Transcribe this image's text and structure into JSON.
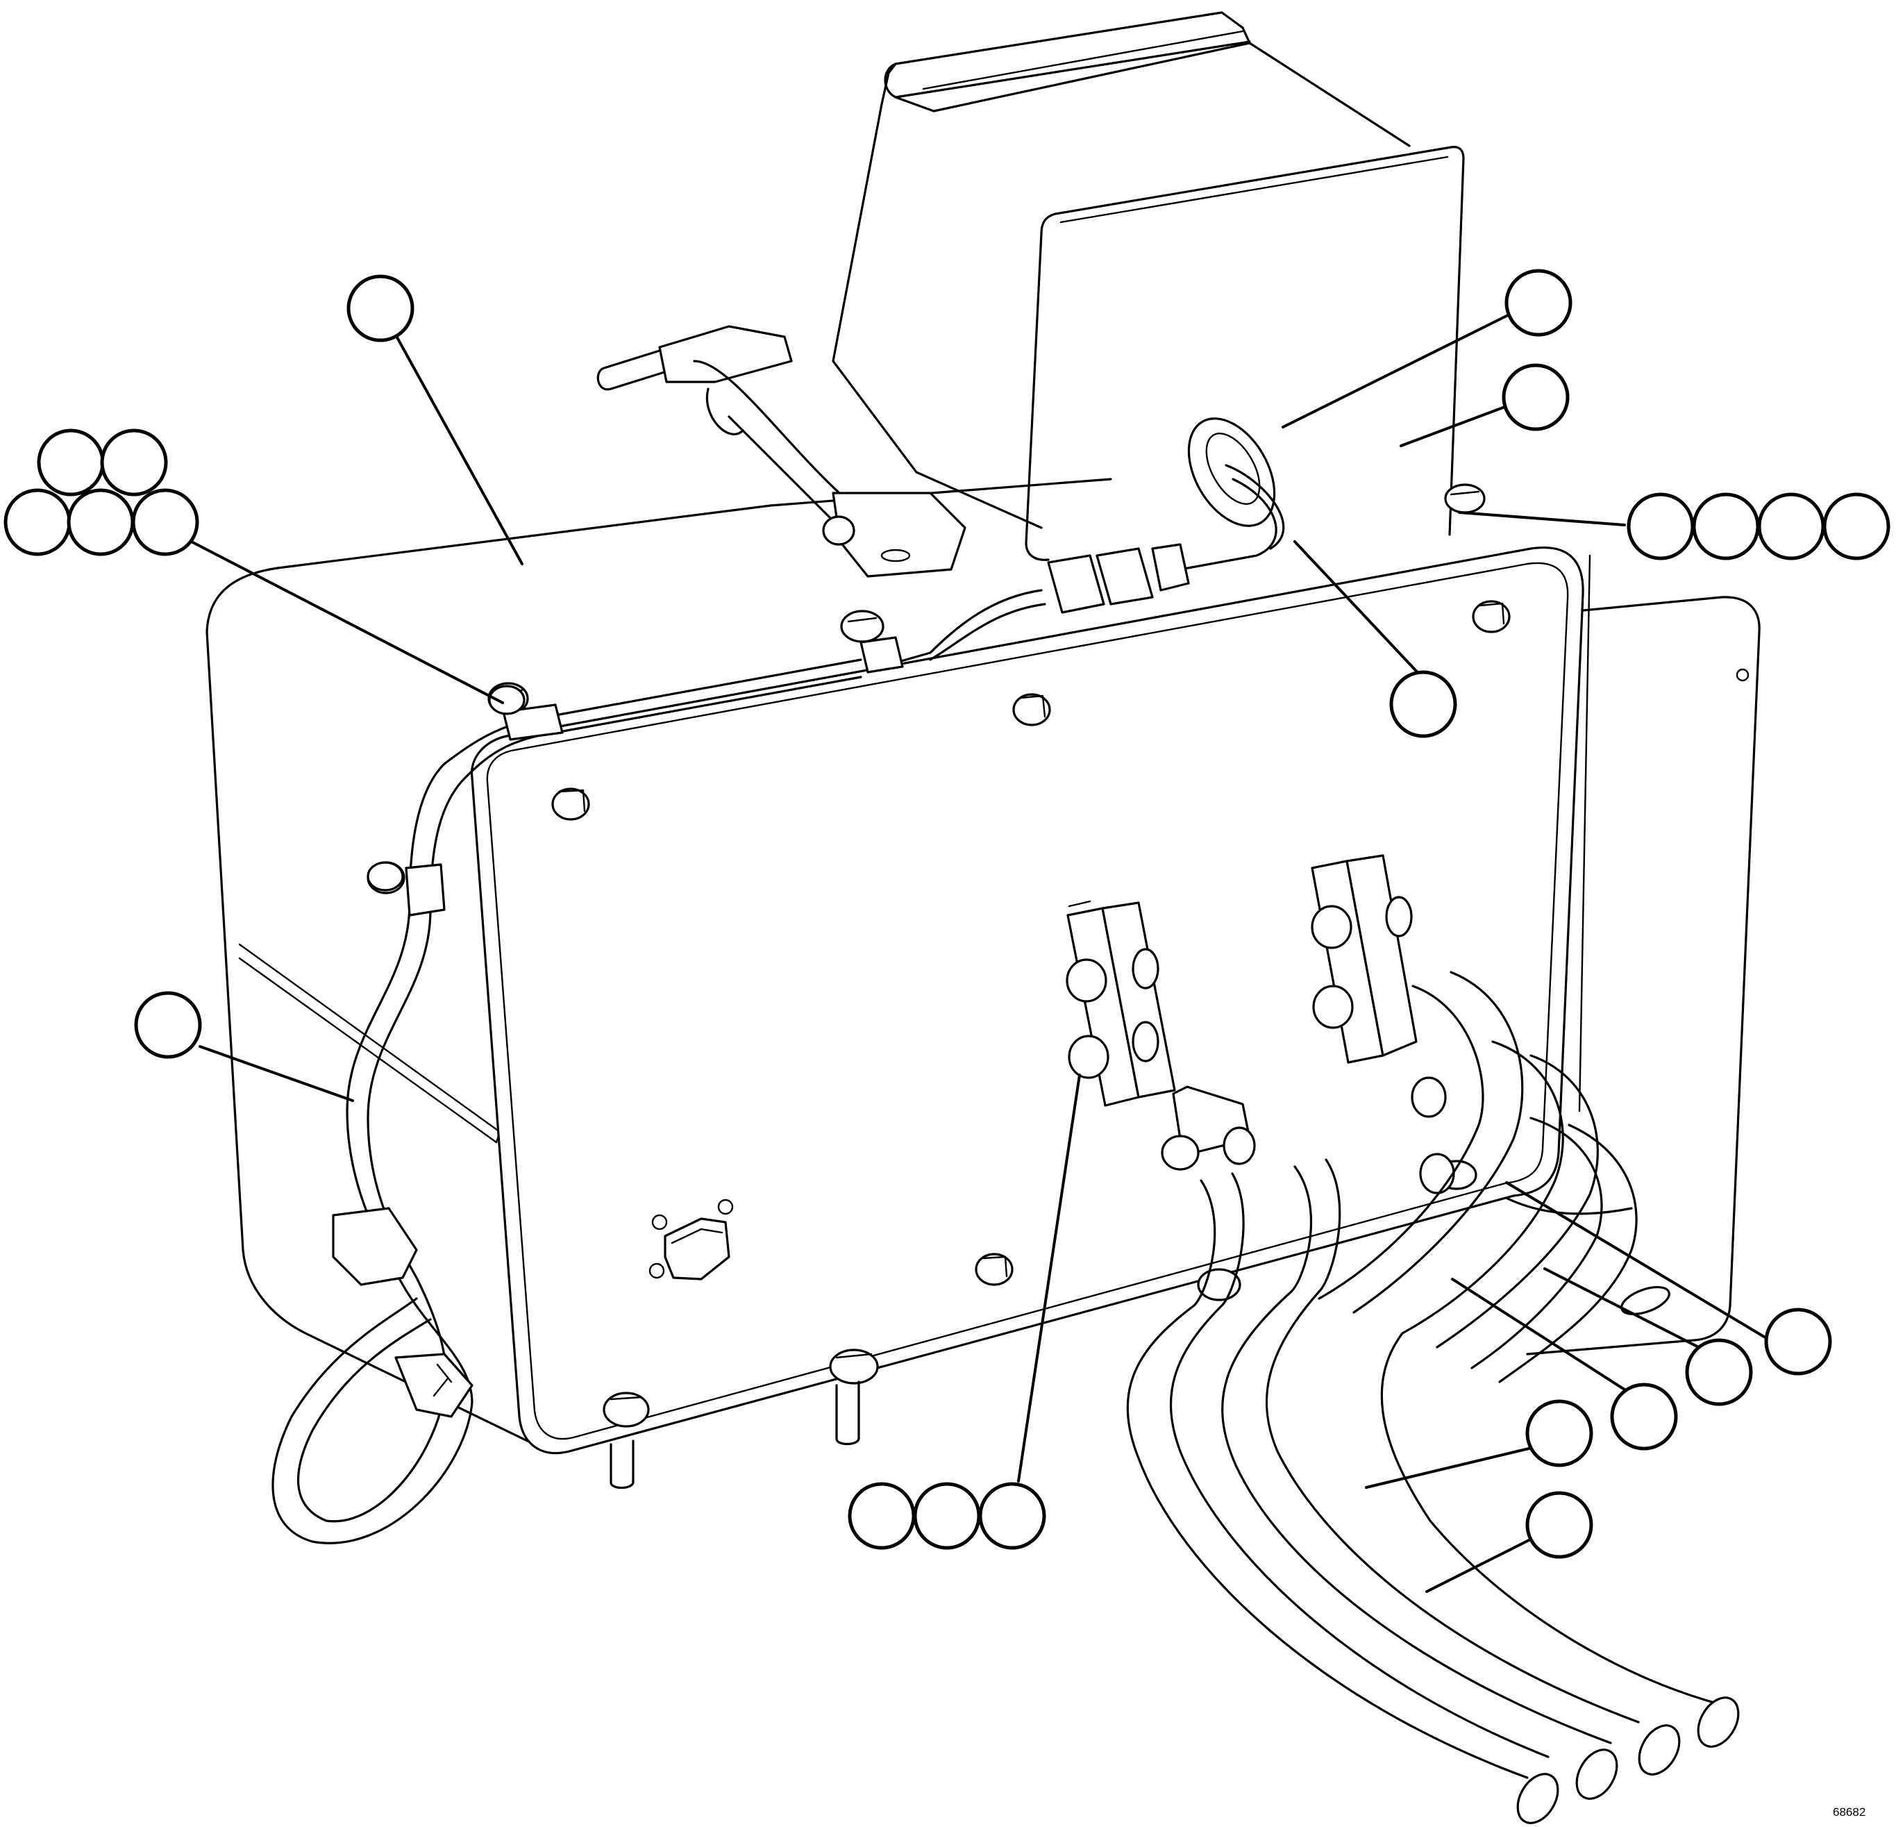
{
  "figure_id": "68682",
  "callouts": [
    {
      "name": "callout-controller-enclosure",
      "label": ""
    },
    {
      "name": "callout-hardware-1",
      "label": ""
    },
    {
      "name": "callout-hardware-2",
      "label": ""
    },
    {
      "name": "callout-hardware-3",
      "label": ""
    },
    {
      "name": "callout-hardware-4",
      "label": ""
    },
    {
      "name": "callout-hardware-5",
      "label": ""
    },
    {
      "name": "callout-grommet",
      "label": ""
    },
    {
      "name": "callout-cover-plate",
      "label": ""
    },
    {
      "name": "callout-cover-bolt-1",
      "label": ""
    },
    {
      "name": "callout-cover-bolt-2",
      "label": ""
    },
    {
      "name": "callout-cover-bolt-3",
      "label": ""
    },
    {
      "name": "callout-cover-bolt-4",
      "label": ""
    },
    {
      "name": "callout-sensor-harness",
      "label": ""
    },
    {
      "name": "callout-wire-harness",
      "label": ""
    },
    {
      "name": "callout-terminal-nut-1",
      "label": ""
    },
    {
      "name": "callout-terminal-nut-2",
      "label": ""
    },
    {
      "name": "callout-terminal-nut-3",
      "label": ""
    },
    {
      "name": "callout-power-cable-1",
      "label": ""
    },
    {
      "name": "callout-power-cable-2",
      "label": ""
    },
    {
      "name": "callout-power-cable-3",
      "label": ""
    },
    {
      "name": "callout-power-cable-4",
      "label": ""
    },
    {
      "name": "callout-power-cable-5",
      "label": ""
    }
  ]
}
